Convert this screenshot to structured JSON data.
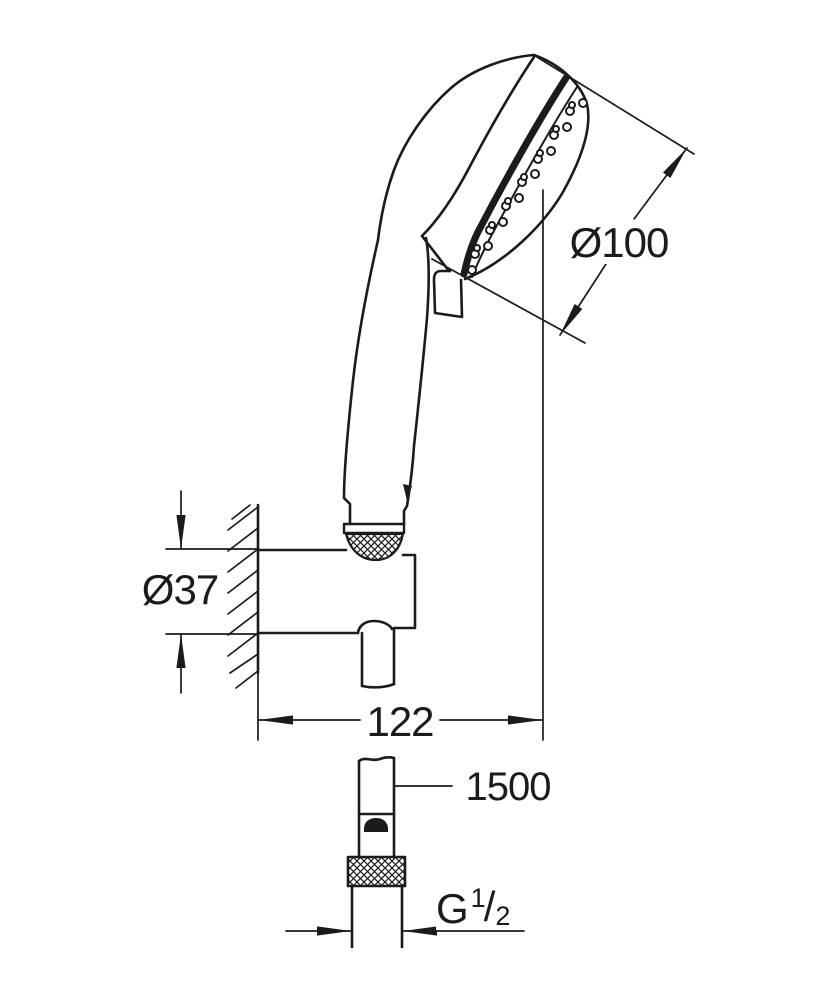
{
  "labels": {
    "head_diameter": "Ø100",
    "holder_diameter": "Ø37",
    "wall_projection": "122",
    "hose_length": "1500",
    "thread_g": "G",
    "thread_numerator": "1",
    "thread_slash": "/",
    "thread_denominator": "2"
  },
  "colors": {
    "line": "#1b1b1b",
    "background": "#ffffff"
  }
}
